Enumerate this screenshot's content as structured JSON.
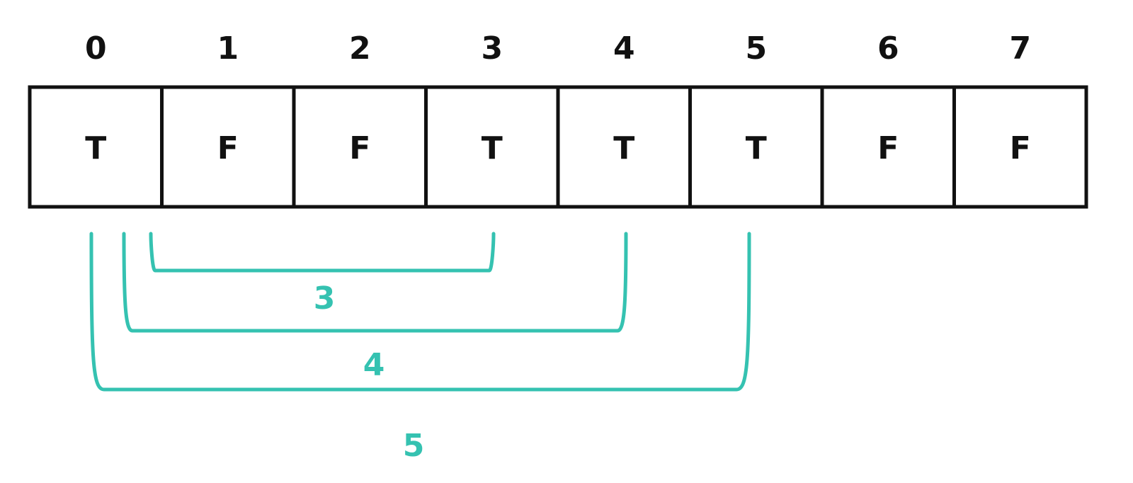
{
  "array": {
    "indices": [
      "0",
      "1",
      "2",
      "3",
      "4",
      "5",
      "6",
      "7"
    ],
    "values": [
      "T",
      "F",
      "F",
      "T",
      "T",
      "T",
      "F",
      "F"
    ]
  },
  "brackets": [
    {
      "from_index": 0,
      "to_index": 3,
      "label": "3"
    },
    {
      "from_index": 0,
      "to_index": 4,
      "label": "4"
    },
    {
      "from_index": 0,
      "to_index": 5,
      "label": "5"
    }
  ],
  "colors": {
    "cell_border": "#111111",
    "text": "#111111",
    "bracket": "#35c2b1"
  }
}
